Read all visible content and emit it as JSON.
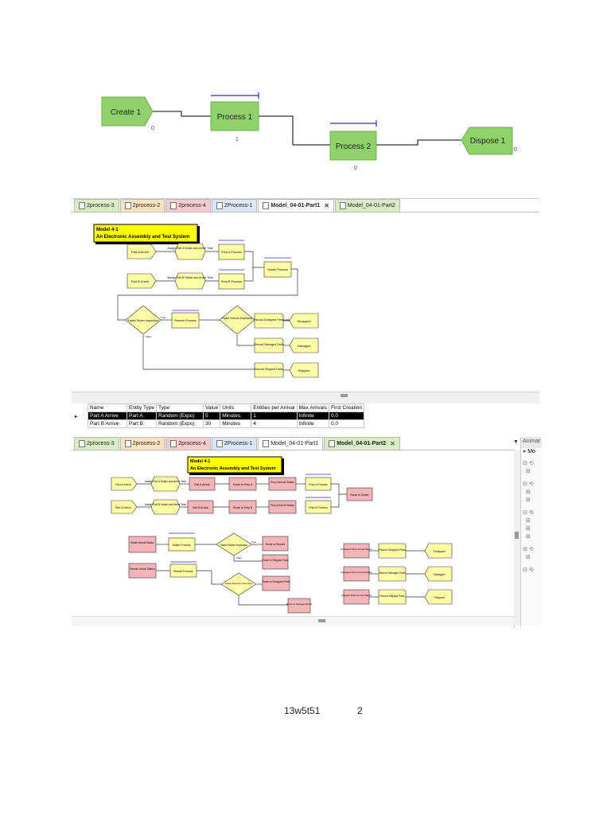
{
  "top_flowchart": {
    "create": {
      "label": "Create 1",
      "count": "0"
    },
    "process1": {
      "label": "Process 1",
      "count": "1"
    },
    "process2": {
      "label": "Process 2",
      "count": "0"
    },
    "dispose": {
      "label": "Dispose 1",
      "count": "0"
    }
  },
  "window1": {
    "tabs": [
      {
        "label": "2process-3",
        "color": "#d9ecc6"
      },
      {
        "label": "2process-2",
        "color": "#fbe3c0"
      },
      {
        "label": "2process-4",
        "color": "#f8cccc"
      },
      {
        "label": "2Process-1",
        "color": "#dbe6f6"
      },
      {
        "label": "Model_04-01-Part1",
        "color": "#ffffff",
        "active": true
      },
      {
        "label": "Model_04-01-Part2",
        "color": "#d9ecc6"
      }
    ],
    "title_line1": "Model 4-1",
    "title_line2": "An Electronic Assembly and Test System",
    "modules": {
      "part_a_arrive": "Part A Arrive",
      "assign_a": "Assign Part A Sealer and Arrive Time",
      "prep_a": "Prep A Process",
      "part_b_arrive": "Part B Arrive",
      "assign_b": "Assign Part B Sealer and Arrive Time",
      "prep_b": "Prep B Process",
      "sealer_process": "Sealer Process",
      "failed_sealer": "Failed Sealer Inspection",
      "rework_process": "Rework Process",
      "failed_rework": "Failed Rework Inspection",
      "record_scrapped": "Record Scrapped Parts",
      "scrapped": "Scrapped",
      "record_salvaged": "Record Salvaged Parts",
      "salvaged": "Salvaged",
      "record_shipped": "Record Shipped Parts",
      "shipped": "Shipped",
      "true_label": "True",
      "false_label": "False"
    }
  },
  "grid": {
    "headers": [
      "Name",
      "Entity Type",
      "Type",
      "Value",
      "Units",
      "Entities per Arrival",
      "Max Arrivals",
      "First Creation"
    ],
    "rows": [
      [
        "Part A Arrive",
        "Part A",
        "Random (Expo)",
        "5",
        "Minutes",
        "1",
        "Infinite",
        "0.0"
      ],
      [
        "Part B Arrive",
        "Part B",
        "Random (Expo)",
        "30",
        "Minutes",
        "4",
        "Infinite",
        "0.0"
      ]
    ]
  },
  "window2": {
    "tabs": [
      {
        "label": "2process-3",
        "color": "#d9ecc6"
      },
      {
        "label": "2process-2",
        "color": "#fbe3c0"
      },
      {
        "label": "2process-4",
        "color": "#f8cccc"
      },
      {
        "label": "2Process-1",
        "color": "#dbe6f6"
      },
      {
        "label": "Model_04-01-Part1",
        "color": "#ffffff"
      },
      {
        "label": "Model_04-01-Part2",
        "color": "#d9ecc6",
        "active": true
      }
    ],
    "title_line1": "Model 4-1",
    "title_line2": "An Electronic Assembly and Test System",
    "modules": {
      "part_a_arrive": "Part A Arrive",
      "assign_a": "Assign Part A Sealer and Arrive Time",
      "part_a_arrival": "Part A Arrival",
      "route_prep_a": "Route to Prep A",
      "prep_a_station": "Prep A Arrival Station",
      "prep_a_process": "Prep A Process",
      "route_sealer": "Route to Sealer",
      "part_b_arrive": "Part B Arrive",
      "assign_b": "Assign Part B Sealer and Arrive Time",
      "part_b_arrival": "Part B Arrival",
      "route_prep_b": "Route to Prep B",
      "prep_b_station": "Prep B Arrival Station",
      "prep_b_process": "Prep B Process",
      "sealer_station": "Sealer Arrival Station",
      "sealer_process": "Sealer Process",
      "failed_sealer": "Failed Sealer Inspection",
      "route_rework": "Route to Rework",
      "route_shipped": "Route to Shipped Parts",
      "rework_station": "Rework Arrival Station",
      "rework_process": "Rework Process",
      "failed_rework": "Failed Rework Inspection",
      "route_scrapped": "Route to Scrapped Parts",
      "route_salvaged": "Route to Salvaged Parts",
      "scrapped_station": "Scrapped Parts Arrival Station",
      "record_scrapped": "Record Scrapped Parts",
      "scrapped": "Scrapped",
      "salvaged_station": "Salvaged Parts Arrival Station",
      "record_salvaged": "Record Salvaged Parts",
      "salvaged": "Salvaged",
      "shipped_station": "Shipped Parts Arrival Station",
      "record_shipped": "Record Shipped Parts",
      "shipped": "Shipped",
      "true_label": "True",
      "false_label": "False"
    },
    "side_panel_label": "Animat",
    "side_panel_item": "Mo"
  },
  "footer": {
    "doc_id": "13w5t51",
    "page": "2"
  },
  "colors": {
    "arena_green": "#8fd16a",
    "module_yellow": "#ffffa8",
    "module_pink": "#f4b5b8",
    "title_yellow": "#ffff00",
    "queue_blue": "#2b2bcc"
  }
}
